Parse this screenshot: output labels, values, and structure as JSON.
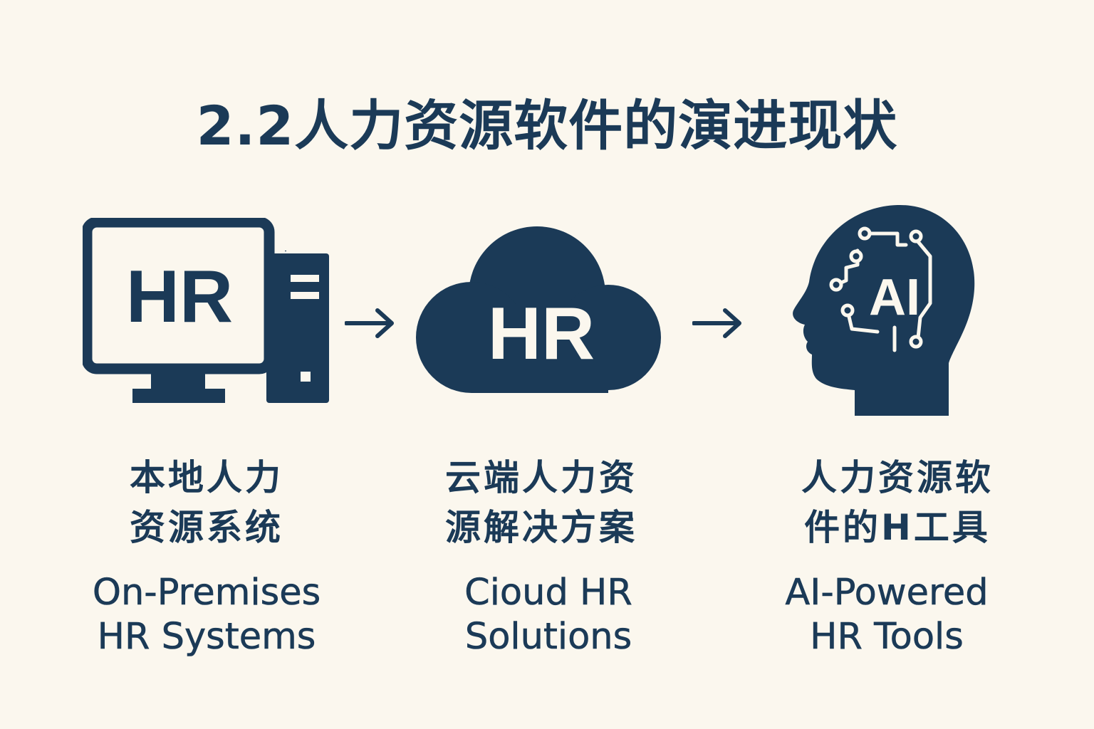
{
  "title": "2.2人力资源软件的演进现状",
  "colors": {
    "background": "#fbf7ee",
    "primary": "#1b3a57",
    "icon_text": "#fbf7ee"
  },
  "stages": [
    {
      "icon": "desktop-computer-icon",
      "icon_label": "HR",
      "cn_lines": [
        "本地人力",
        "资源系统"
      ],
      "en_lines": [
        "On-Premises",
        "HR Systems"
      ]
    },
    {
      "icon": "cloud-icon",
      "icon_label": "HR",
      "cn_lines": [
        "云端人力资",
        "源解决方案"
      ],
      "en_lines": [
        "Cioud HR",
        "Solutions"
      ]
    },
    {
      "icon": "ai-head-icon",
      "icon_label": "AI",
      "cn_lines": [
        "人力资源软",
        "件的H工具"
      ],
      "en_lines": [
        "AI-Powered",
        "HR Tools"
      ]
    }
  ],
  "arrows": [
    "→",
    "→"
  ]
}
